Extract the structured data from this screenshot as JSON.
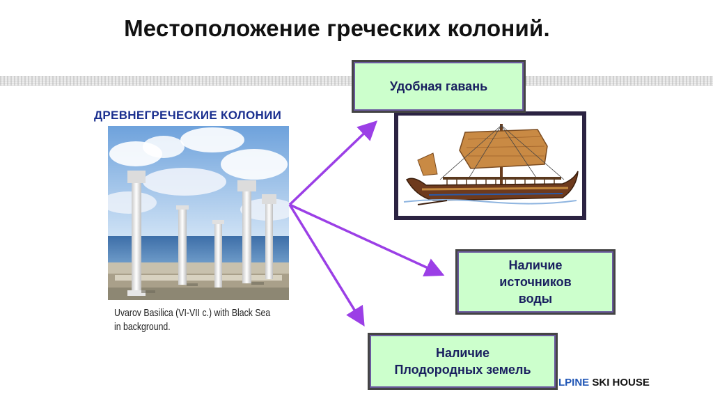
{
  "title": "Местоположение греческих колоний.",
  "subtitle": "ДРЕВНЕГРЕЧЕСКИЕ  КОЛОНИИ",
  "photo_caption": {
    "line1": "Uvarov Basilica (VI-VII c.) with Black Sea",
    "line2": "in background."
  },
  "boxes": {
    "harbor": "Удобная гавань",
    "water_l1": "Наличие",
    "water_l2": "источников",
    "water_l3": "воды",
    "land_l1": "Наличие",
    "land_l2": "Плодородных земель"
  },
  "footer": {
    "accent": "LPINE",
    "rest": " SKI HOUSE"
  },
  "colors": {
    "subtitle": "#1a2f8f",
    "box_fill": "#ccffcc",
    "arrow": "#9b3fe6",
    "footer_accent": "#1f55b5"
  }
}
